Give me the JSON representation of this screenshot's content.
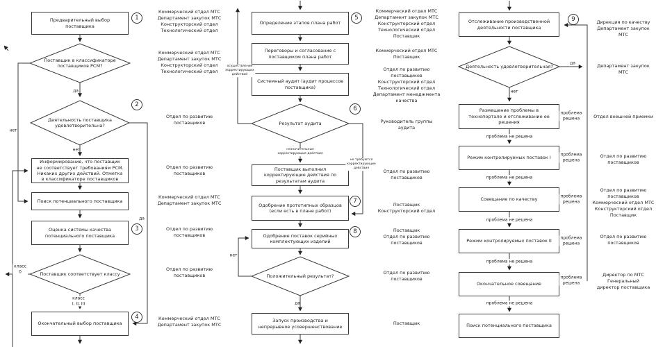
{
  "labels": {
    "yes": "да",
    "no": "нет",
    "class0": "класс\n0",
    "class123": "класс\nI, II, III",
    "problem_solved": "проблема\nрешена",
    "problem_not_solved": "проблема не решена",
    "minor_corrective": "незначительные\nкорректирующие действия",
    "no_corrective_needed": "не требуются\nкорректирующие\nдействия",
    "carry_out_corrective": "осуществление\nкорректирующих\nдействий"
  },
  "c1": {
    "steps": [
      "1",
      "2",
      "3",
      "4"
    ],
    "nodes": [
      "Предварительный выбор поставщика",
      "Поставщик в классификаторе поставщиков РСМ?",
      "Деятельность поставщика удовлетворительна?",
      "Информирование, что поставщик не соответствует требованиям РСМ. Никаких других действий. Отметка в классификаторе поставщиков",
      "Поиск потенциального поставщика",
      "Оценка системы качества потенциального поставщика",
      "Поставщик соответствует классу",
      "Окончательный выбор поставщика"
    ],
    "ann": [
      "Коммерческий отдел МТС\nДепартамент закупок МТС\nКонструкторский отдел\nТехнологический отдел",
      "Коммерческий отдел МТС\nДепартамент закупок МТС\nКонструкторский отдел\nТехнологический отдел",
      "Отдел по развитию\nпоставщиков",
      "Отдел по развитию\nпоставщиков",
      "Коммерческий отдел МТС\nДепартамент закупок МТС",
      "Отдел по развитию\nпоставщиков",
      "Отдел по развитию\nпоставщиков",
      "Коммерческий отдел МТС\nДепартамент закупок МТС"
    ]
  },
  "c2": {
    "steps": [
      "5",
      "6",
      "7",
      "8"
    ],
    "nodes": [
      "Определение этапов плана работ",
      "Переговоры и согласование с поставщиком плана работ",
      "Системный аудит (аудит процессов поставщика)",
      "Результат аудита",
      "Поставщик выполнил корректирующие действия по результатам аудита",
      "Одобрение прототипных образцов (если есть в плане работ)",
      "Одобрение поставок серийных комплектующих изделий",
      "Положительный результат?",
      "Запуск производства и непрерывное усовершенствование"
    ],
    "ann": [
      "Коммерческий отдел МТС\nДепартамент закупок МТС\nКонструкторский отдел\nТехнологический отдел\nПоставщик",
      "Коммерческий отдел МТС\nПоставщик",
      "Отдел по развитию\nпоставщиков\nКонструкторский отдел\nТехнологический отдел\nДепартамент менеджмента\nкачества",
      "Руководитель группы аудита",
      "Отдел по развитию\nпоставщиков",
      "Поставщик\nКонструкторский отдел",
      "Поставщик\nОтдел по развитию\nпоставщиков",
      "Отдел по развитию\nпоставщиков",
      "Поставщик"
    ]
  },
  "c3": {
    "steps": [
      "9"
    ],
    "nodes": [
      "Отслеживание производственной деятельности поставщика",
      "Деятельность удовлетворительная?",
      "Размещение проблемы в технопортале и отслеживание ее решения",
      "Режим контролируемых поставок I",
      "Совещание по качеству",
      "Режим контролируемых поставок II",
      "Окончательное совещание",
      "Поиск потенциального поставщика"
    ],
    "ann": [
      "Дирекция по качеству\nДепартамент закупок МТС",
      "Департамент закупок МТС",
      "Отдел внешней приемки",
      "Отдел по развитию\nпоставщиков",
      "Отдел по развитию\nпоставщиков\nКоммерческий отдел МТС\nКонструкторский отдел\nПоставщик",
      "Отдел по развитию\nпоставщиков",
      "Директор по МТС\nГенеральный\nдиректор поставщика"
    ]
  }
}
